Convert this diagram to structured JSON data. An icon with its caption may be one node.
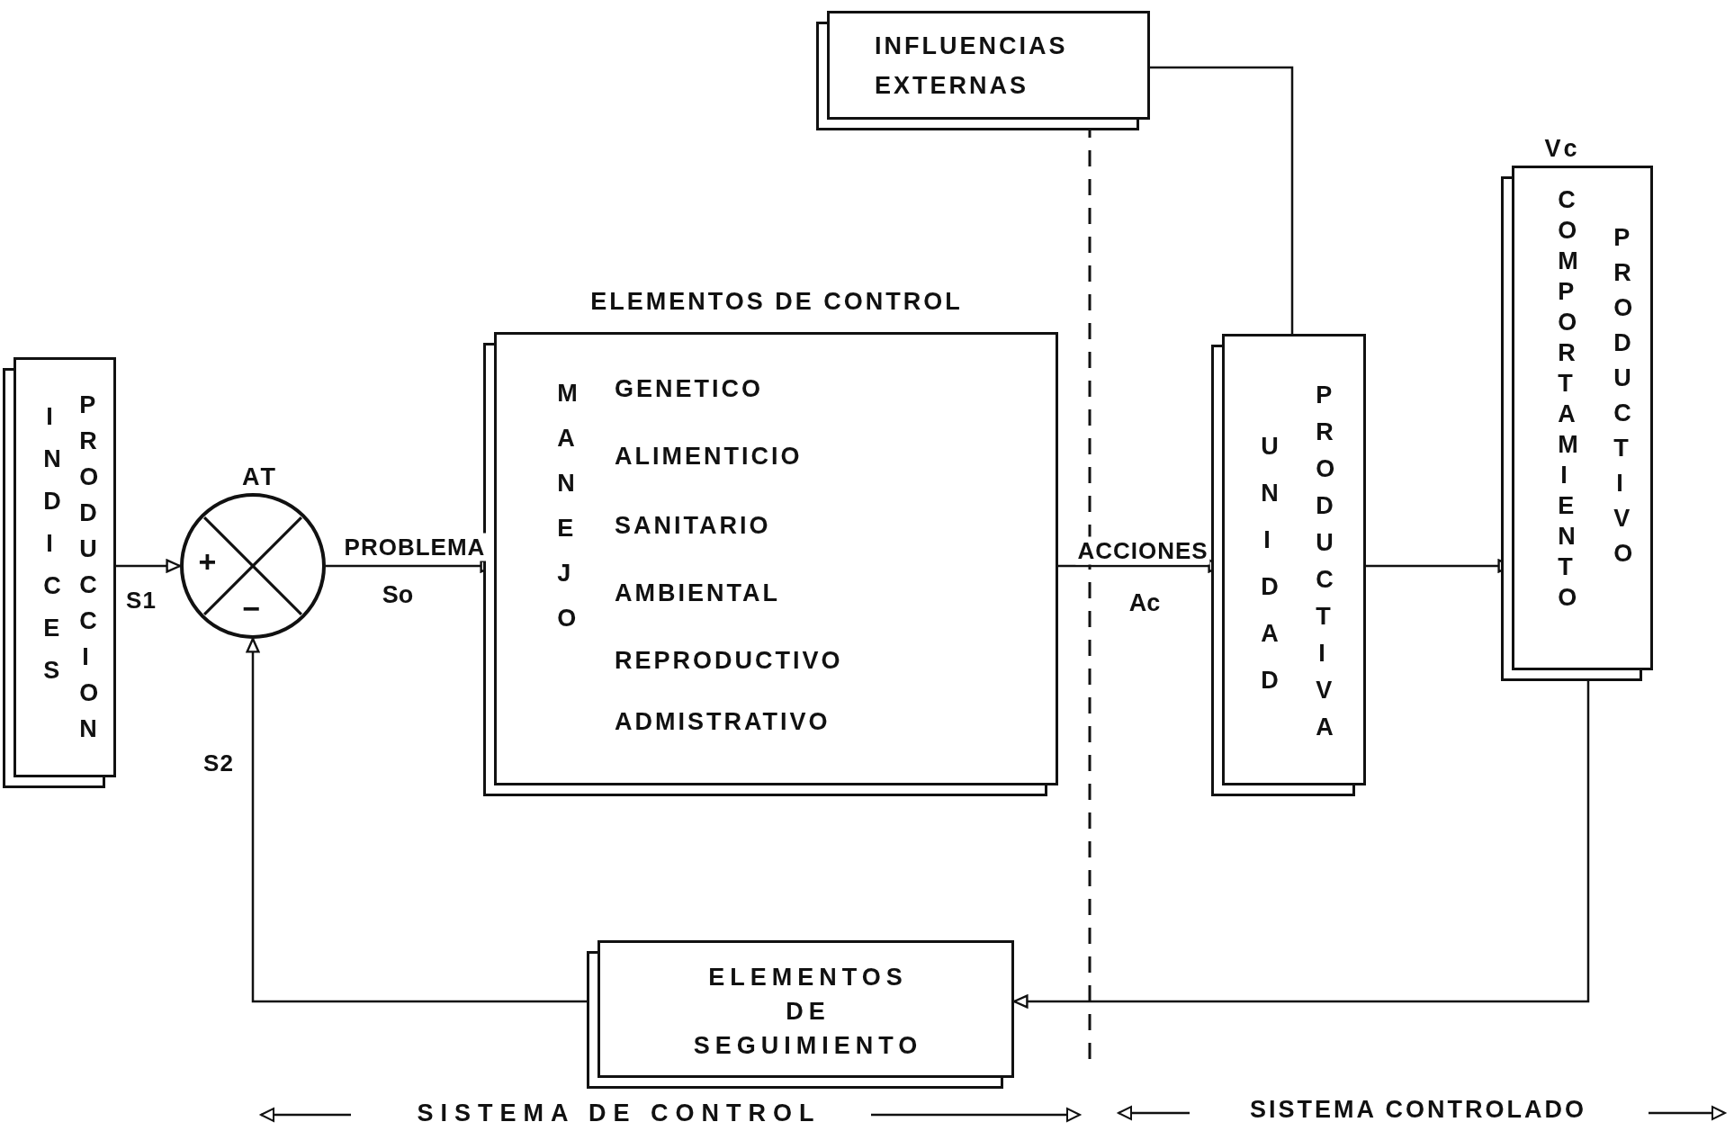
{
  "diagram": {
    "nodes": [
      {
        "text": [
          "INDICES",
          "PRODUCCION"
        ]
      },
      {
        "text": [
          "+",
          "−"
        ],
        "beside": [
          "AT"
        ]
      },
      {
        "text": [
          "ELEMENTOS DE CONTROL",
          "MANEJO",
          "GENETICO",
          "ALIMENTICIO",
          "SANITARIO",
          "AMBIENTAL",
          "REPRODUCTIVO",
          "ADMISTRATIVO"
        ]
      },
      {
        "text": [
          "INFLUENCIAS EXTERNAS"
        ]
      },
      {
        "text": [
          "UNIDAD",
          "PRODUCTIVA"
        ]
      },
      {
        "text": [
          "COMPORTAMIENTO",
          "PRODUCTIVO"
        ],
        "beside": [
          "Vc"
        ]
      },
      {
        "text": [
          "ELEMENTOS DE SEGUIMIENTO"
        ]
      }
    ],
    "edges": [
      {
        "from": 0,
        "to": 1,
        "arrow": "to",
        "label": "S1"
      },
      {
        "from": 1,
        "to": 2,
        "arrow": "to",
        "label": "PROBLEMA"
      },
      {
        "from": 2,
        "to": 4,
        "arrow": "to",
        "label": "ACCIONES"
      },
      {
        "from": 3,
        "to": 4,
        "arrow": "none"
      },
      {
        "from": 4,
        "to": 5,
        "arrow": "to"
      },
      {
        "from": 5,
        "to": 6,
        "arrow": "to"
      },
      {
        "from": 6,
        "to": 1,
        "arrow": "to",
        "label": "S2"
      }
    ],
    "labels": [
      "So",
      "Ac",
      "SISTEMA DE CONTROL",
      "SISTEMA CONTROLADO"
    ]
  }
}
